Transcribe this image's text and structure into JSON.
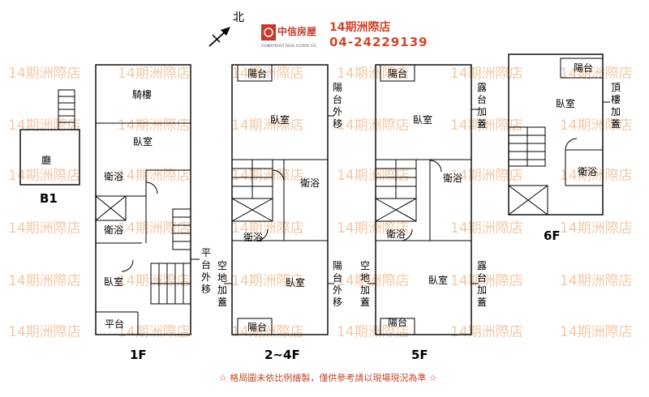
{
  "header": {
    "north_label": "北",
    "logo_text_cn": "中信房屋",
    "logo_text_en": "CHINATRUST REAL ESTATE CO.",
    "store_name": "14期洲際店",
    "phone": "04-24229139"
  },
  "watermark": "14期洲際店",
  "floors": {
    "b1": {
      "label": "B1",
      "rooms": {
        "hall": "廳"
      }
    },
    "f1": {
      "label": "1F",
      "rooms": {
        "arcade": "騎樓",
        "bedroom1": "臥室",
        "bath1": "衛浴",
        "bath2": "衛浴",
        "bedroom2": "臥室",
        "terrace": "平台"
      },
      "note": "平台外移"
    },
    "f2_4": {
      "label": "2~4F",
      "rooms": {
        "balcony_top": "陽台",
        "bedroom1": "臥室",
        "bath1": "衛浴",
        "bath2": "衛浴",
        "bedroom2": "臥室",
        "balcony_bottom": "陽台"
      },
      "note_top": "陽台外移",
      "note_left": "空地加蓋",
      "note_bottom": "陽台外移"
    },
    "f5": {
      "label": "5F",
      "rooms": {
        "balcony_top": "陽台",
        "bedroom1": "臥室",
        "bath1": "衛浴",
        "bath2": "衛浴",
        "bedroom2": "臥室",
        "balcony_bottom": "陽台"
      },
      "note_top": "露台加蓋",
      "note_left": "空地加蓋",
      "note_bottom": "露台加蓋"
    },
    "f6": {
      "label": "6F",
      "rooms": {
        "balcony": "陽台",
        "bedroom": "臥室",
        "bath": "衛浴"
      },
      "note": "頂樓加蓋"
    }
  },
  "footer": "☆ 格局圖未依比例繪製，僅供參考請以現場現況為準 ☆",
  "colors": {
    "brand": "#d0472a",
    "watermark": "#f3c9a8"
  }
}
